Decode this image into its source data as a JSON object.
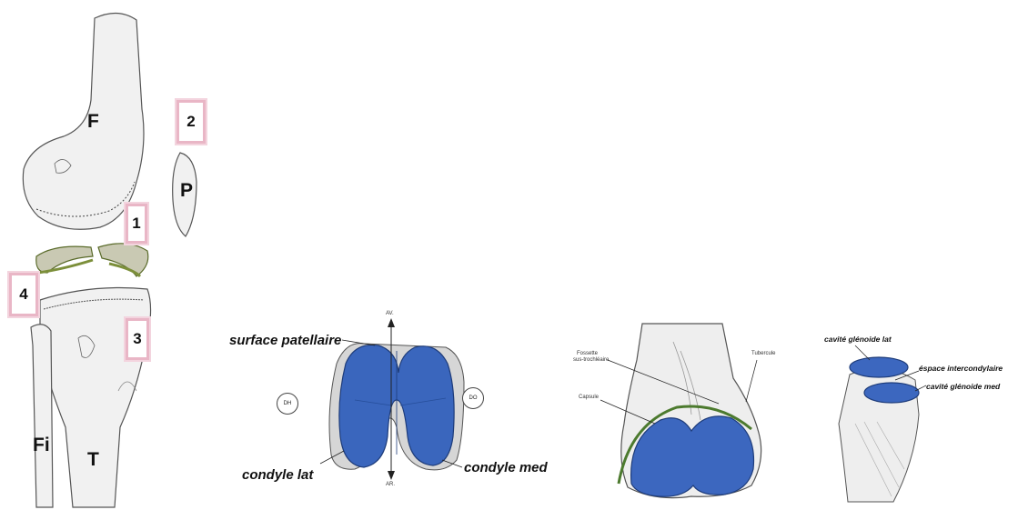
{
  "knee_panel": {
    "bone_labels": {
      "femur": "F",
      "patella": "P",
      "fibula": "Fi",
      "tibia": "T"
    },
    "markers": [
      "1",
      "2",
      "3",
      "4"
    ],
    "colors": {
      "marker_border": "#e9b6c6",
      "bone_fill": "#f1f1f1",
      "meniscus": "#7c8f3a"
    }
  },
  "trochlea_panel": {
    "labels": {
      "surface_patellaire": "surface patellaire",
      "condyle_lat": "condyle lat",
      "condyle_med": "condyle med",
      "axis_top": "AV.",
      "axis_bottom": "AR.",
      "circle_left": "DH",
      "circle_right": "DO"
    },
    "colors": {
      "cartilage": "#3a66bd"
    }
  },
  "distal_femur_panel": {
    "labels": {
      "fossette_line1": "Fossette",
      "fossette_line2": "sus-trochléaire",
      "tubercule": "Tubercule",
      "capsule": "Capsule"
    },
    "colors": {
      "cartilage": "#3c67bf",
      "capsule": "#4c7a2e"
    }
  },
  "tibia_top_panel": {
    "labels": {
      "cavite_lat": "cavité glénoide lat",
      "espace": "éspace intercondylaire",
      "cavite_med": "cavité glénoide med"
    },
    "colors": {
      "cartilage": "#3c67bf"
    }
  }
}
